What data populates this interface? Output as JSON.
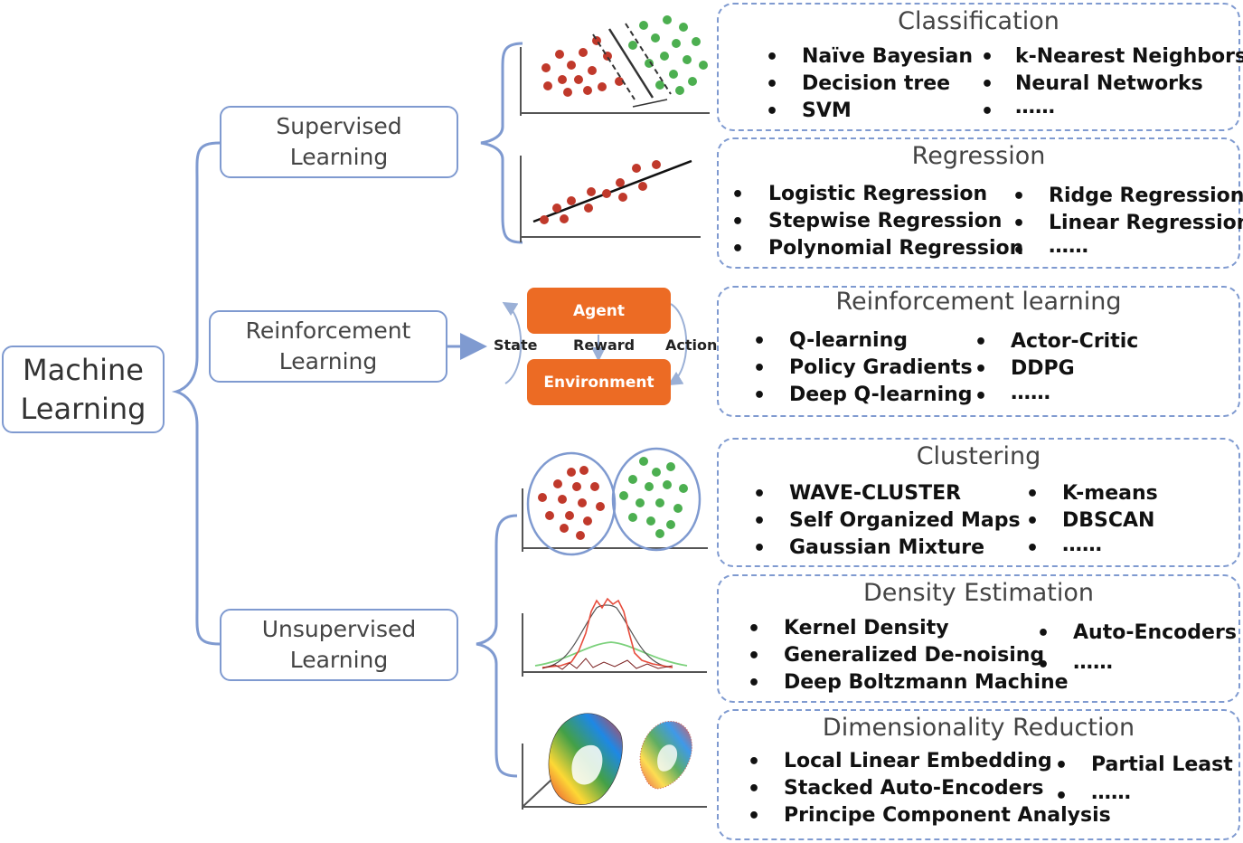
{
  "root": {
    "label": "Machine\nLearning"
  },
  "branches": {
    "supervised": "Supervised\nLearning",
    "reinforcement": "Reinforcement\nLearning",
    "unsupervised": "Unsupervised\nLearning"
  },
  "rl_cycle": {
    "agent": "Agent",
    "environment": "Environment",
    "state": "State",
    "reward": "Reward",
    "action": "Action"
  },
  "panels": {
    "classification": {
      "title": "Classification",
      "left": [
        "Naïve Bayesian",
        "Decision tree",
        "SVM"
      ],
      "right": [
        "k-Nearest Neighbors",
        "Neural Networks",
        "……"
      ]
    },
    "regression": {
      "title": "Regression",
      "left": [
        "Logistic Regression",
        "Stepwise Regression",
        "Polynomial Regression"
      ],
      "right": [
        "Ridge Regression",
        "Linear Regression",
        "……"
      ]
    },
    "reinforcement": {
      "title": "Reinforcement learning",
      "left": [
        "Q-learning",
        "Policy Gradients",
        "Deep Q-learning"
      ],
      "right": [
        "Actor-Critic",
        "DDPG",
        "……"
      ]
    },
    "clustering": {
      "title": "Clustering",
      "left": [
        "WAVE-CLUSTER",
        "Self Organized Maps",
        "Gaussian Mixture"
      ],
      "right": [
        "K-means",
        "DBSCAN",
        "……"
      ]
    },
    "density": {
      "title": "Density Estimation",
      "left": [
        "Kernel Density",
        "Generalized De-noising",
        "Deep Boltzmann Machine"
      ],
      "right": [
        "Auto-Encoders",
        "……"
      ]
    },
    "dimreduction": {
      "title": "Dimensionality Reduction",
      "left": [
        "Local Linear Embedding",
        "Stacked Auto-Encoders",
        "Principe Component Analysis"
      ],
      "right": [
        "Partial Least",
        "……"
      ]
    }
  },
  "colors": {
    "box_border": "#7f9ad0",
    "red_points": "#c0392b",
    "green_points": "#4caf50",
    "agent_env_fill": "#ec6b24"
  }
}
